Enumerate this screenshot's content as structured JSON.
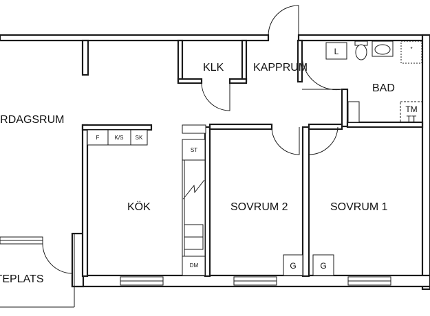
{
  "rooms": {
    "living": "VARDAGSRUM",
    "klk": "KLK",
    "kapprum": "KAPPRUM",
    "bad": "BAD",
    "kok": "KÖK",
    "sovrum2": "SOVRUM 2",
    "sovrum1": "SOVRUM 1",
    "uteplats": "UTEPLATS"
  },
  "fixtures": {
    "freezer": "F",
    "fridge_freezer": "K/S",
    "cabinet": "SK",
    "stove": "ST",
    "dishwasher": "DM",
    "laundry": "L",
    "washer": "TM",
    "dryer": "TT",
    "wardrobe_1": "G",
    "wardrobe_2": "G"
  }
}
